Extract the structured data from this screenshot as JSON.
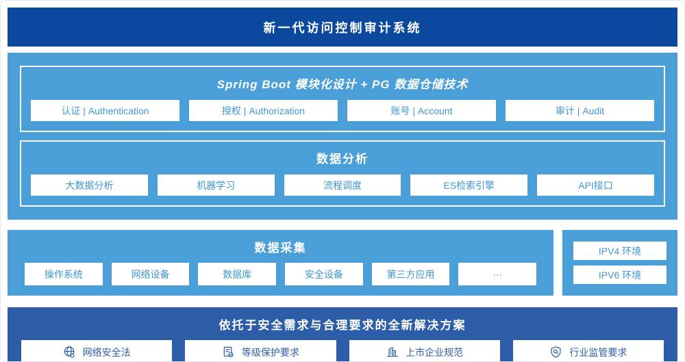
{
  "colors": {
    "banner_bg": "#0c499e",
    "layer_bg": "#4b9fd9",
    "solution_bg": "#2d5da8",
    "box_text_light_blue": "#3f97d3",
    "box_text_dark_blue": "#2d5da8",
    "white": "#ffffff"
  },
  "banner": {
    "title": "新一代访问控制审计系统"
  },
  "platform": {
    "title": "Spring Boot 模块化设计 + PG 数据仓储技术",
    "modules": [
      {
        "label": "认证 | Authentication"
      },
      {
        "label": "授权 | Authorization"
      },
      {
        "label": "账号 | Account"
      },
      {
        "label": "审计 | Audit"
      }
    ]
  },
  "analysis": {
    "title": "数据分析",
    "items": [
      {
        "label": "大数据分析"
      },
      {
        "label": "机器学习"
      },
      {
        "label": "流程调度"
      },
      {
        "label": "ES检索引擎"
      },
      {
        "label": "API接口"
      }
    ]
  },
  "collection": {
    "title": "数据采集",
    "items": [
      {
        "label": "操作系统"
      },
      {
        "label": "网络设备"
      },
      {
        "label": "数据库"
      },
      {
        "label": "安全设备"
      },
      {
        "label": "第三方应用"
      },
      {
        "label": "···"
      }
    ]
  },
  "environments": {
    "items": [
      {
        "label": "IPV4 环境"
      },
      {
        "label": "IPV6 环境"
      }
    ]
  },
  "solution": {
    "title": "依托于安全需求与合理要求的全新解决方案",
    "items": [
      {
        "icon": "globe-icon",
        "label": "网络安全法"
      },
      {
        "icon": "document-check-icon",
        "label": "等级保护要求"
      },
      {
        "icon": "building-icon",
        "label": "上市企业规范"
      },
      {
        "icon": "shield-search-icon",
        "label": "行业监管要求"
      }
    ]
  }
}
